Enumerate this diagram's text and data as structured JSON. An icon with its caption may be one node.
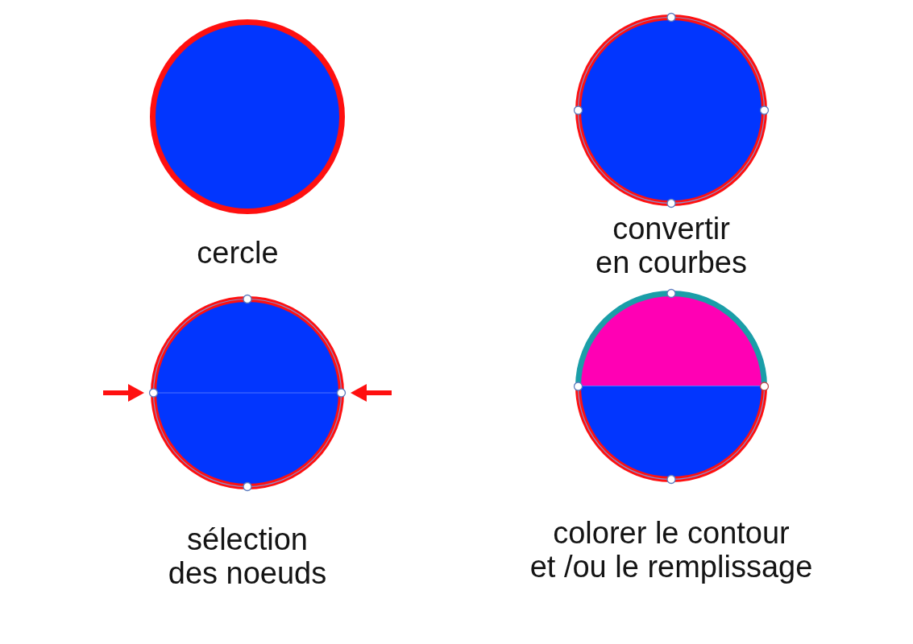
{
  "diagram": {
    "nodes": [
      {
        "text": [
          "cercle"
        ]
      },
      {
        "text": [
          "convertir en courbes"
        ]
      },
      {
        "text": [
          "sélection des noeuds"
        ]
      },
      {
        "text": [
          "colorer le contour et /ou le remplissage"
        ]
      }
    ],
    "edges": [
      {
        "from": null,
        "to": 2,
        "arrow": "to"
      },
      {
        "from": null,
        "to": 2,
        "arrow": "to"
      }
    ]
  }
}
